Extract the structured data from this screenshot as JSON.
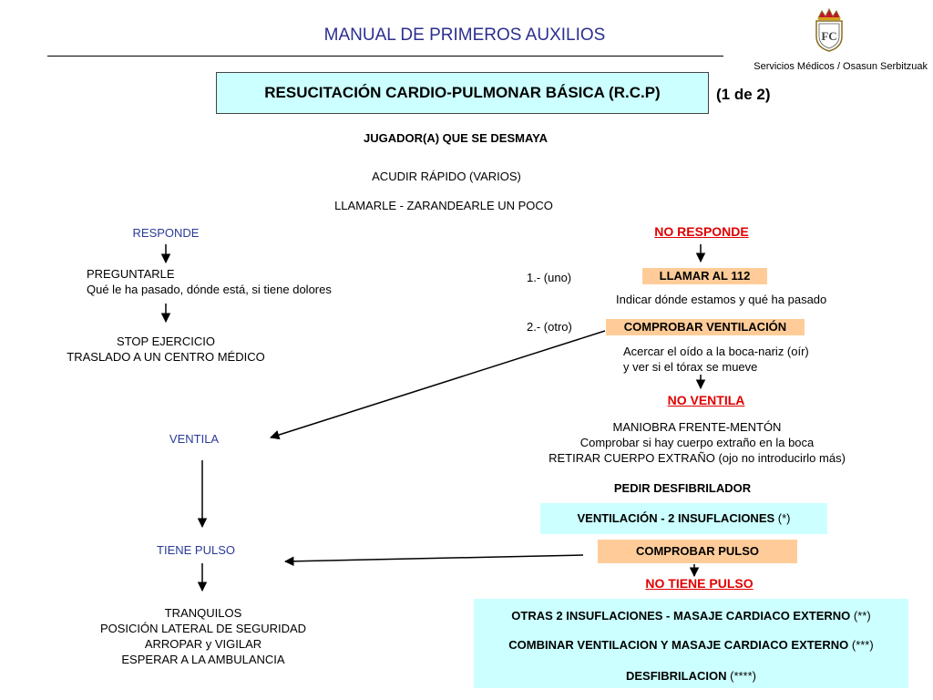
{
  "header": {
    "title": "MANUAL DE PRIMEROS AUXILIOS",
    "organization": "Servicios Médicos / Osasun Serbitzuak",
    "crest_letters": "FC",
    "crest_icon": "club-crest-icon"
  },
  "main_title": "RESUCITACIÓN CARDIO-PULMONAR BÁSICA (R.C.P)",
  "page_indicator": "(1 de 2)",
  "start": {
    "heading": "JUGADOR(A) QUE SE DESMAYA",
    "step1": "ACUDIR RÁPIDO (VARIOS)",
    "step2": "LLAMARLE - ZARANDEARLE UN POCO"
  },
  "left": {
    "responde": "RESPONDE",
    "ask_line1": "PREGUNTARLE",
    "ask_line2": "Qué le ha pasado, dónde está, si tiene dolores",
    "stop_line1": "STOP EJERCICIO",
    "stop_line2": "TRASLADO A UN CENTRO MÉDICO",
    "ventila": "VENTILA",
    "tiene_pulso": "TIENE PULSO",
    "final_lines": [
      "TRANQUILOS",
      "POSICIÓN LATERAL DE SEGURIDAD",
      "ARROPAR y VIGILAR",
      "ESPERAR A LA AMBULANCIA"
    ]
  },
  "right": {
    "no_responde": "NO RESPONDE",
    "step1_label": "1.- (uno)",
    "call_112": "LLAMAR AL 112",
    "call_note": "Indicar dónde estamos y qué ha pasado",
    "step2_label": "2.- (otro)",
    "check_breathing": "COMPROBAR VENTILACIÓN",
    "breathing_note_line1": "Acercar el oído a la boca-nariz (oír)",
    "breathing_note_line2": "y ver si el tórax se mueve",
    "no_ventila": "NO VENTILA",
    "maneuver_lines": [
      "MANIOBRA FRENTE-MENTÓN",
      "Comprobar si hay cuerpo extraño en la boca",
      "RETIRAR CUERPO EXTRAÑO (ojo no introducirlo más)"
    ],
    "defib_request": "PEDIR DESFIBRILADOR",
    "ventilation_bold": "VENTILACIÓN - 2 INSUFLACIONES",
    "ventilation_note": "(*)",
    "check_pulse": "COMPROBAR PULSO",
    "no_tiene_pulso": "NO TIENE PULSO",
    "box_line1_bold": "OTRAS 2 INSUFLACIONES - MASAJE CARDIACO EXTERNO",
    "box_line1_note": "(**)",
    "box_line2_bold": "COMBINAR VENTILACION Y MASAJE CARDIACO EXTERNO",
    "box_line2_note": "(***)",
    "box_line3_bold": "DESFIBRILACION",
    "box_line3_note": "(****)"
  },
  "colors": {
    "title_blue": "#2b2f8f",
    "red": "#e00000",
    "cyan_box": "#ccffff",
    "peach_box": "#ffcc99"
  }
}
